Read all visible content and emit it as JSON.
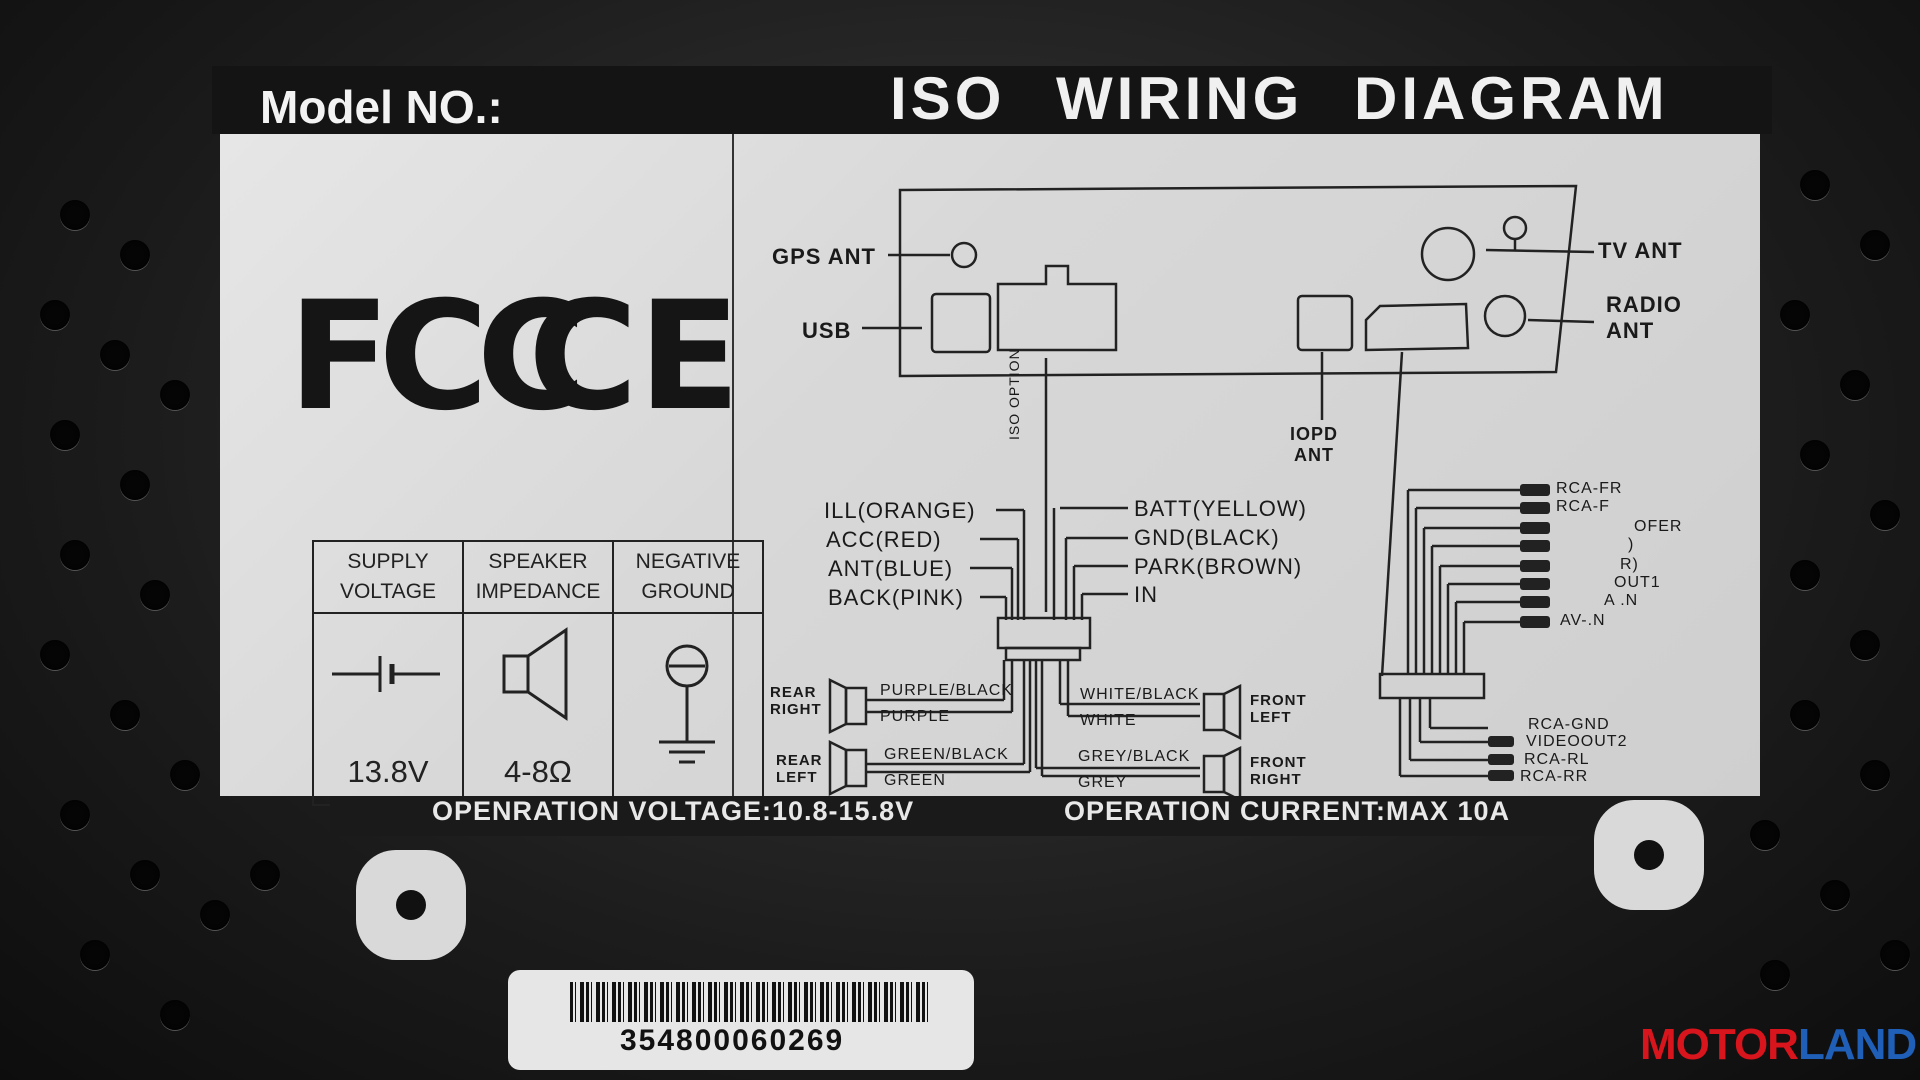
{
  "label": {
    "model": "Model NO.:",
    "title": "ISO   WIRING   DIAGRAM",
    "certifications": [
      "FCC",
      "CE"
    ],
    "spec_headers": [
      [
        "SUPPLY",
        "VOLTAGE"
      ],
      [
        "SPEAKER",
        "IMPEDANCE"
      ],
      [
        "NEGATIVE",
        "GROUND"
      ]
    ],
    "spec_values": [
      "13.8V",
      "4-8Ω",
      ""
    ],
    "ports": {
      "gps_ant": "GPS ANT",
      "usb": "USB",
      "tv_ant": "TV ANT",
      "radio_ant": [
        "RADIO",
        "ANT"
      ],
      "iopd_ant": [
        "IOPD",
        "ANT"
      ],
      "iso_option": "ISO OPTION"
    },
    "wires_left": [
      "ILL(ORANGE)",
      "ACC(RED)",
      "ANT(BLUE)",
      "BACK(PINK)"
    ],
    "wires_right": [
      "BATT(YELLOW)",
      "GND(BLACK)",
      "PARK(BROWN)",
      "IN"
    ],
    "speakers": {
      "rear_right": [
        "REAR",
        "RIGHT"
      ],
      "rear_right_wires": [
        "PURPLE/BLACK",
        "PURPLE"
      ],
      "rear_left": [
        "REAR",
        "LEFT"
      ],
      "rear_left_wires": [
        "GREEN/BLACK",
        "GREEN"
      ],
      "front_left": [
        "FRONT",
        "LEFT"
      ],
      "front_left_wires": [
        "WHITE/BLACK",
        "WHITE"
      ],
      "front_right": [
        "FRONT",
        "RIGHT"
      ],
      "front_right_wires": [
        "GREY/BLACK",
        "GREY"
      ]
    },
    "rca_top": [
      "RCA-FR",
      "RCA-F",
      "OFER",
      ")",
      "R)",
      "OUT1",
      "A .N",
      "AV-.N"
    ],
    "rca_bottom": [
      "RCA-GND",
      "VIDEOOUT2",
      "RCA-RL",
      "RCA-RR"
    ],
    "operation_voltage": "OPENRATION VOLTAGE:10.8-15.8V",
    "operation_current": "OPERATION CURRENT:MAX 10A"
  },
  "barcode_number": "354800060269",
  "brand": {
    "part1": "MOTOR",
    "part2": "LAND"
  },
  "colors": {
    "sticker": "#dcdcdc",
    "panel": "#1c1c1c",
    "brand_red": "#d8141c",
    "brand_blue": "#1f5fb8"
  }
}
